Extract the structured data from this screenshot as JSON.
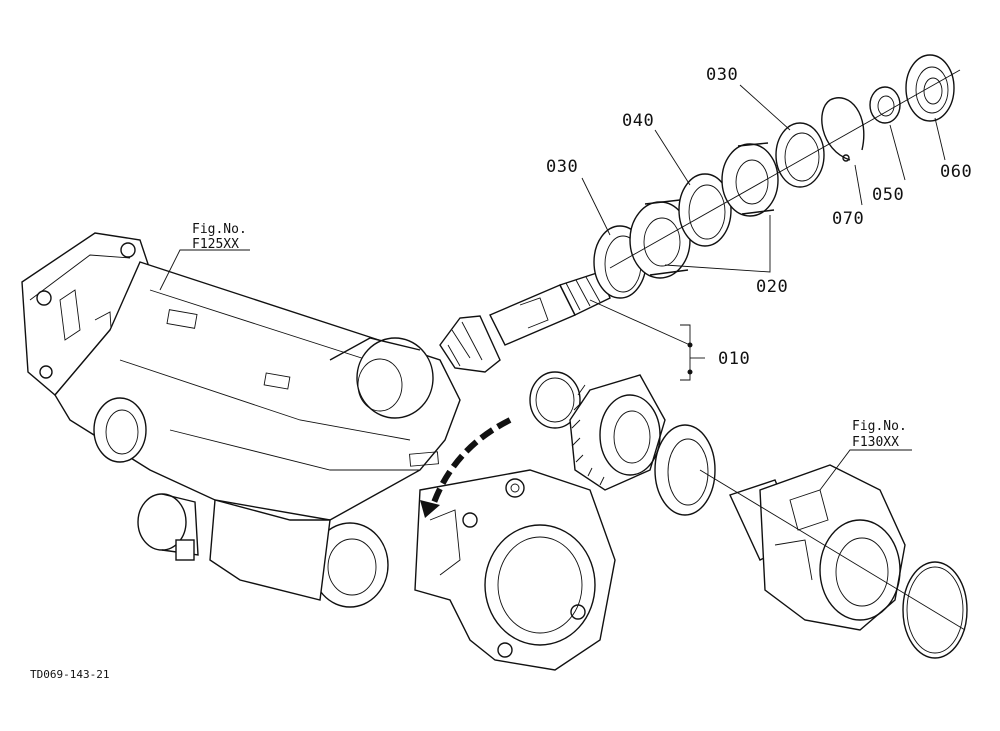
{
  "colors": {
    "line": "#111111",
    "background": "#ffffff"
  },
  "references": {
    "housing_fig": {
      "line1": "Fig.No.",
      "line2": "F125XX"
    },
    "hub_fig": {
      "line1": "Fig.No.",
      "line2": "F130XX"
    }
  },
  "callouts": {
    "p010": "010",
    "p020": "020",
    "p030_left": "030",
    "p030_right": "030",
    "p040": "040",
    "p050": "050",
    "p060": "060",
    "p070": "070"
  },
  "drawing_number": "TD069-143-21"
}
